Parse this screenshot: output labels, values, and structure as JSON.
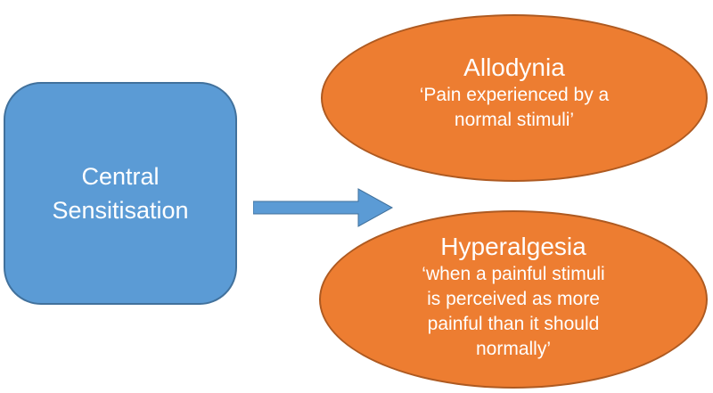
{
  "central": {
    "lines": [
      "Central",
      "Sensitisation"
    ],
    "fill": "#5b9bd5"
  },
  "allodynia": {
    "title": "Allodynia",
    "lines": [
      "‘Pain experienced by a",
      "normal stimuli’"
    ],
    "fill": "#ed7d31"
  },
  "hyperalgesia": {
    "title": "Hyperalgesia",
    "lines": [
      "‘when a painful stimuli",
      "is perceived as more",
      "painful than it should",
      "normally’"
    ],
    "fill": "#ed7d31"
  },
  "arrow": {
    "icon": "right-arrow-icon",
    "fill": "#5b9bd5"
  }
}
